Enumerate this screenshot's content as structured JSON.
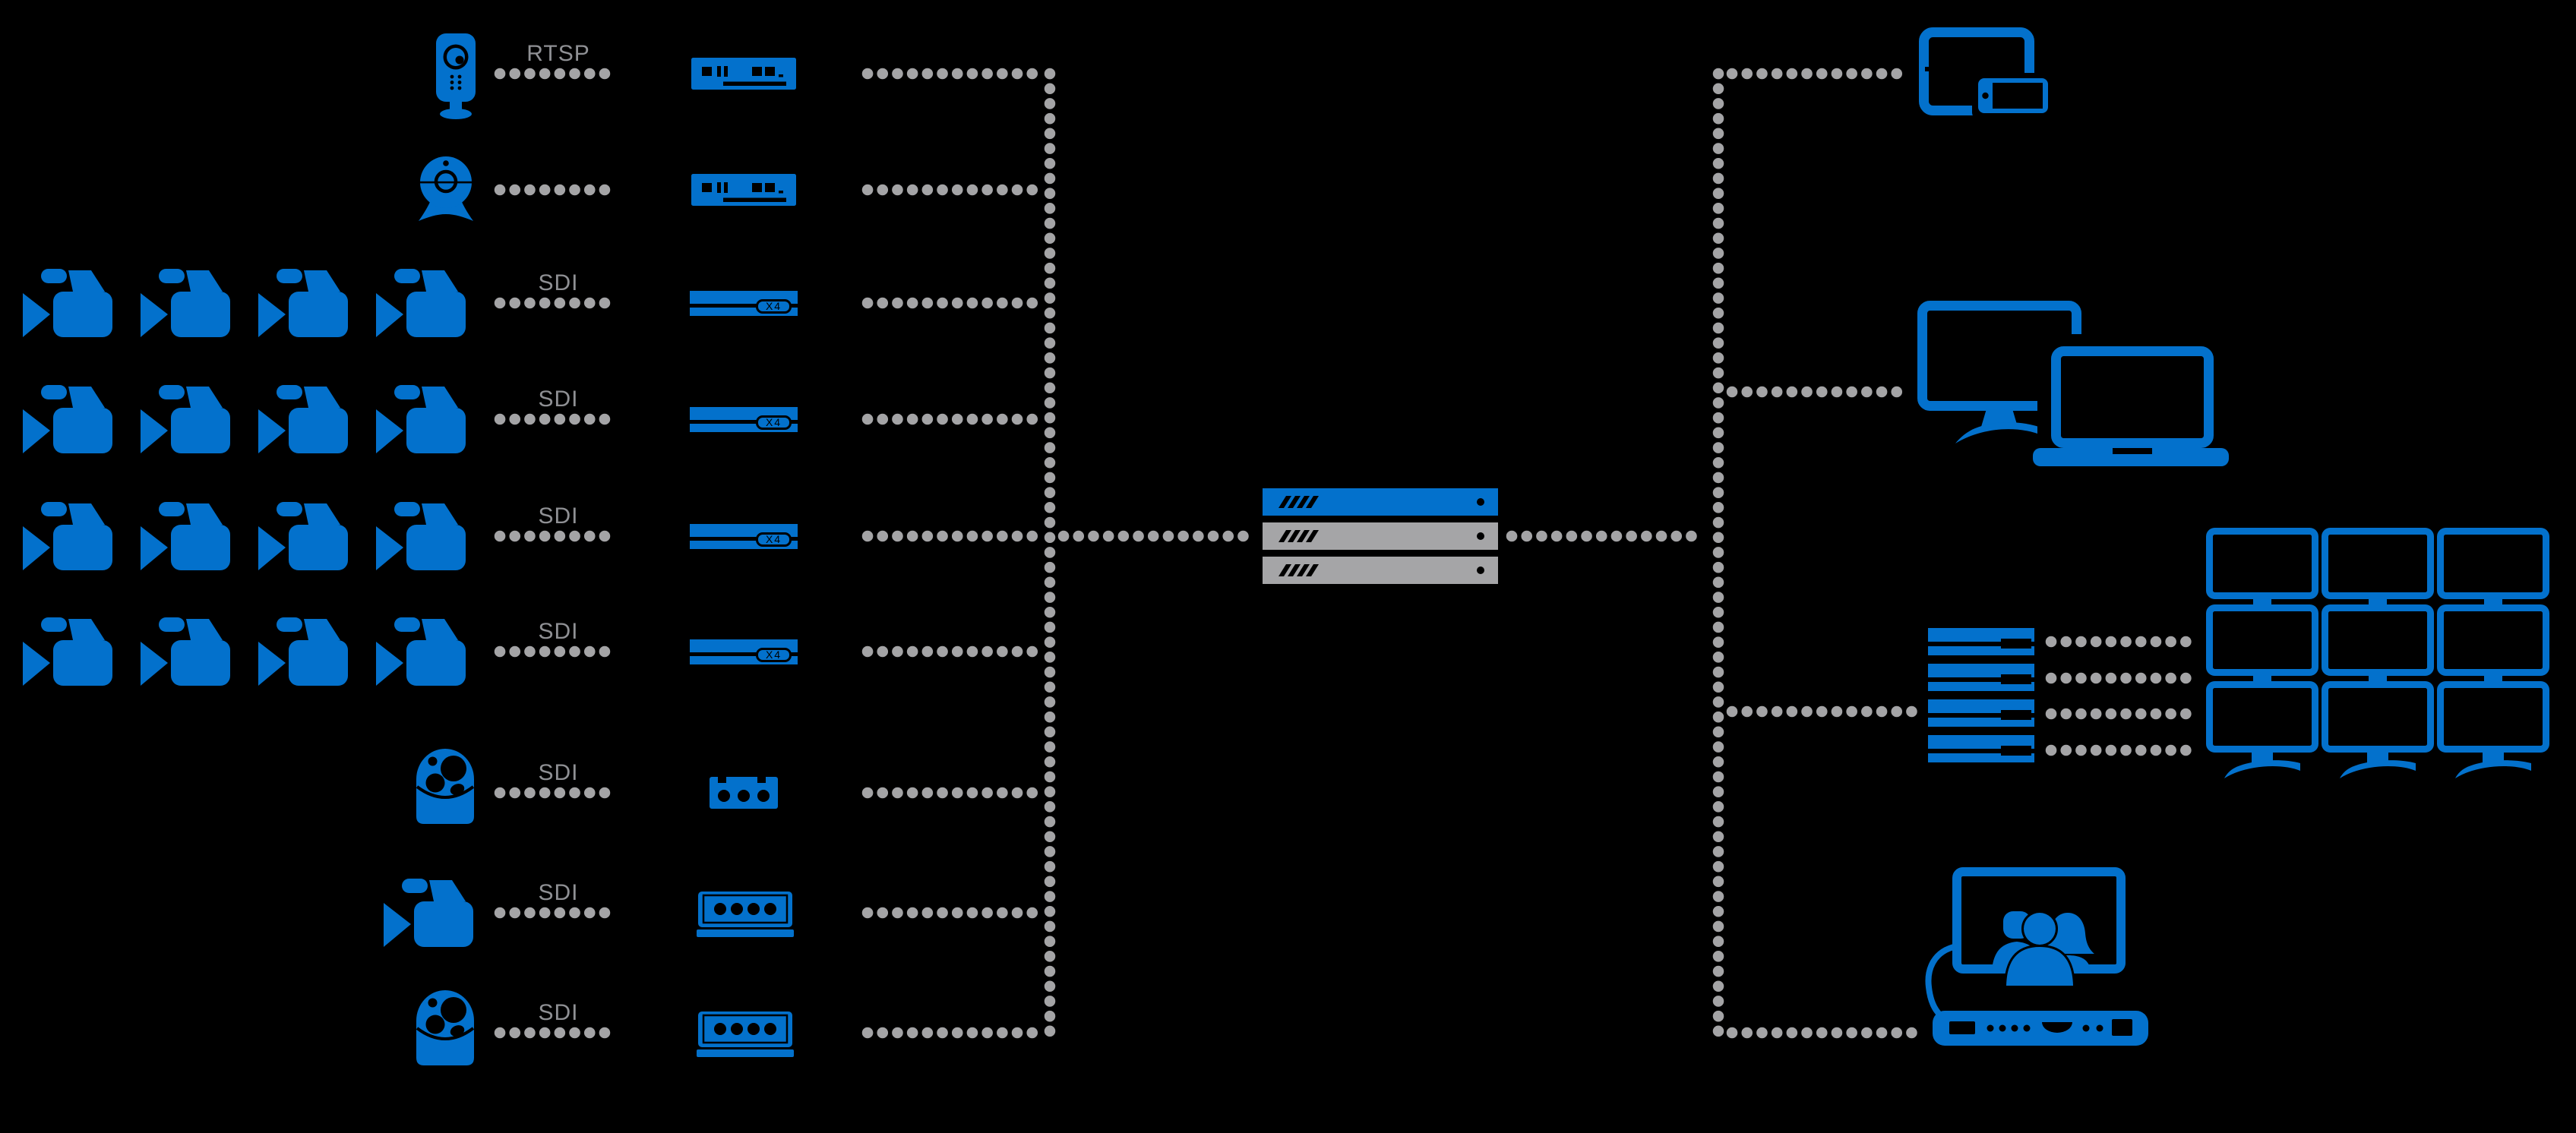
{
  "diagram": {
    "background": "#000000",
    "colors": {
      "accent_blue": "#0371CC",
      "connector_gray": "#A4A4A6",
      "label_gray": "#8F9094",
      "rack_gray": "#A5A5A7"
    },
    "sources": [
      {
        "source": "ip-camera",
        "label": "RTSP",
        "encoder": "streaming-encoder"
      },
      {
        "source": "webcam",
        "label": "",
        "encoder": "streaming-encoder"
      },
      {
        "source": "sdi-camera-group",
        "label": "SDI",
        "encoder": "quad-channel-encoder",
        "badge": "X4",
        "camera_count": 4
      },
      {
        "source": "sdi-camera-group",
        "label": "SDI",
        "encoder": "quad-channel-encoder",
        "badge": "X4",
        "camera_count": 4
      },
      {
        "source": "sdi-camera-group",
        "label": "SDI",
        "encoder": "quad-channel-encoder",
        "badge": "X4",
        "camera_count": 4
      },
      {
        "source": "sdi-camera-group",
        "label": "SDI",
        "encoder": "quad-channel-encoder",
        "badge": "X4",
        "camera_count": 4
      },
      {
        "source": "ptz-dome-camera",
        "label": "SDI",
        "encoder": "mini-converter"
      },
      {
        "source": "video-camera",
        "label": "SDI",
        "encoder": "rack-converter"
      },
      {
        "source": "ptz-dome-camera",
        "label": "SDI",
        "encoder": "rack-converter"
      }
    ],
    "core_server": {
      "icon": "streaming-server-rack",
      "units": 3
    },
    "outputs": [
      {
        "name": "mobile-devices",
        "icon": "tablet-and-phone"
      },
      {
        "name": "desktop-devices",
        "icon": "monitor-and-laptop"
      },
      {
        "name": "video-wall",
        "icon": "videowall-processor-and-wall",
        "wall_grid": "3x3"
      },
      {
        "name": "video-conference",
        "icon": "video-conference-system"
      }
    ]
  }
}
